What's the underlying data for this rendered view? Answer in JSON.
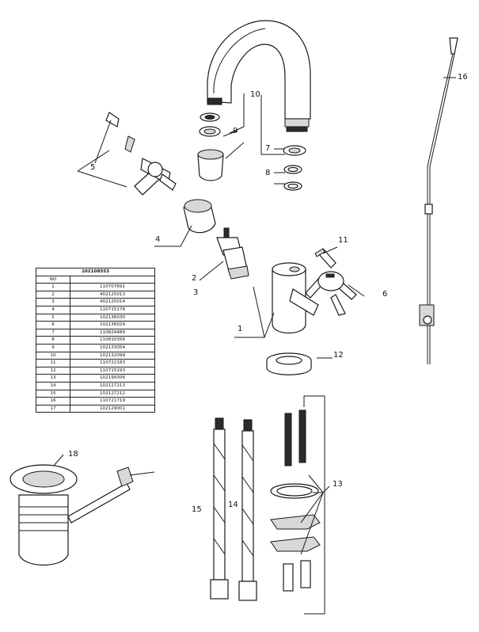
{
  "table": {
    "title": "102108553",
    "header": [
      "NO",
      ""
    ],
    "rows": [
      [
        "1",
        "110707691"
      ],
      [
        "2",
        "402125013"
      ],
      [
        "3",
        "402125014"
      ],
      [
        "4",
        "110715176"
      ],
      [
        "5",
        "102136030"
      ],
      [
        "6",
        "102136029"
      ],
      [
        "7",
        "110824489"
      ],
      [
        "8",
        "110810356"
      ],
      [
        "9",
        "102133054"
      ],
      [
        "10",
        "102132099"
      ],
      [
        "11",
        "110722183"
      ],
      [
        "12",
        "110715193"
      ],
      [
        "13",
        "102199306"
      ],
      [
        "14",
        "102127213"
      ],
      [
        "15",
        "102127212"
      ],
      [
        "16",
        "110721719"
      ],
      [
        "17",
        "102129001"
      ]
    ]
  },
  "callouts": {
    "c1": "1",
    "c2": "2",
    "c3": "3",
    "c4": "4",
    "c5": "5",
    "c6": "6",
    "c7": "7",
    "c8": "8",
    "c9": "9",
    "c10": "10",
    "c11": "11",
    "c12": "12",
    "c13": "13",
    "c14": "14",
    "c15": "15",
    "c16": "16",
    "c18": "18"
  }
}
